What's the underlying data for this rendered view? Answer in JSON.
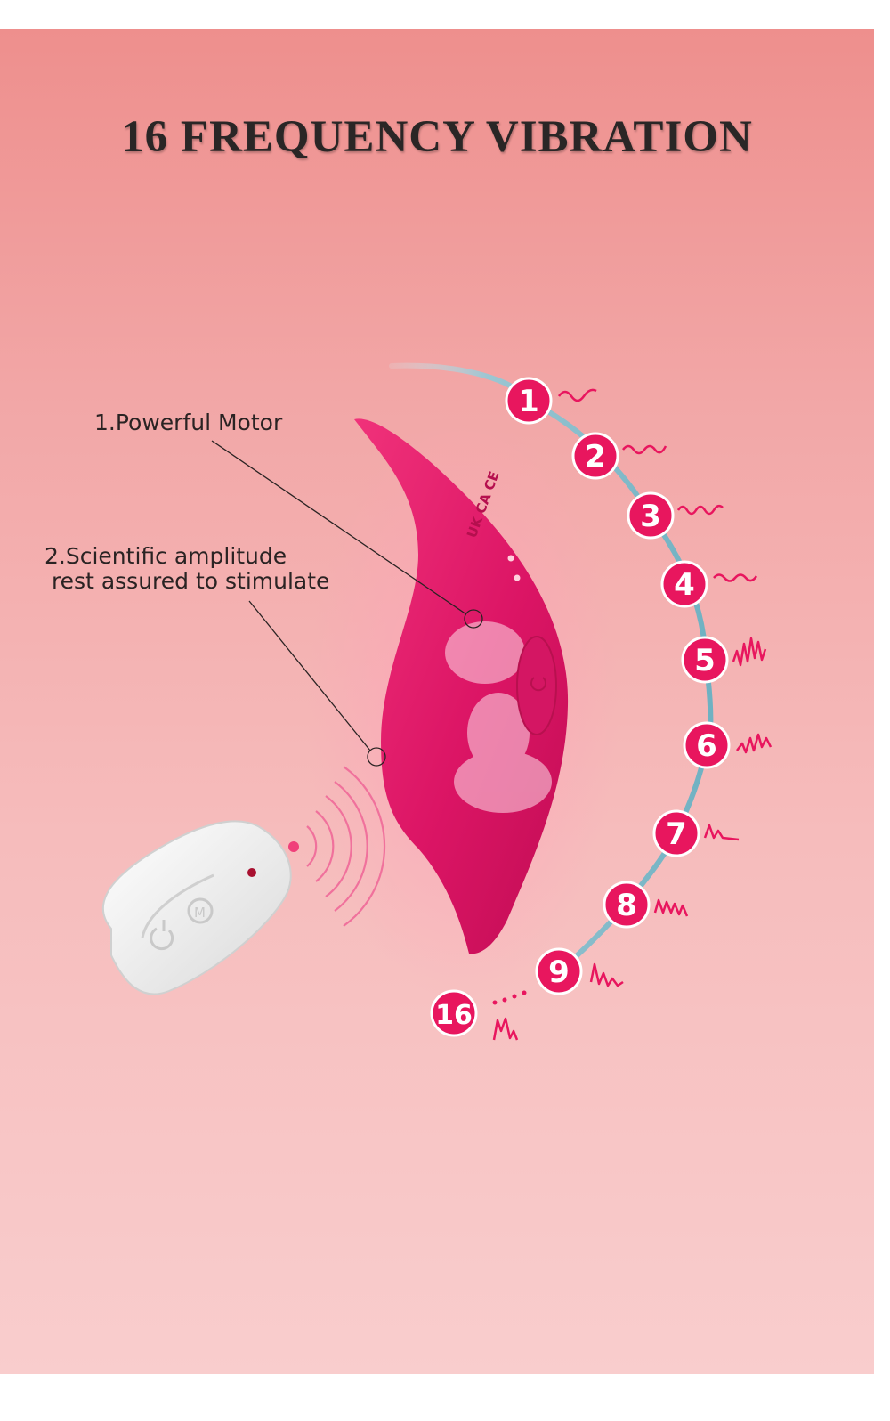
{
  "title": "16 FREQUENCY VIBRATION",
  "callouts": [
    {
      "label": "1.Powerful Motor"
    },
    {
      "label": "2.Scientific amplitude\n rest assured to stimulate"
    }
  ],
  "modes": [
    {
      "number": "1",
      "wave": "~"
    },
    {
      "number": "2",
      "wave": "~~"
    },
    {
      "number": "3",
      "wave": "~~~"
    },
    {
      "number": "4",
      "wave": "~~"
    },
    {
      "number": "5",
      "wave": "spiky"
    },
    {
      "number": "6",
      "wave": "burst"
    },
    {
      "number": "7",
      "wave": "pulse"
    },
    {
      "number": "8",
      "wave": "zigzag"
    },
    {
      "number": "9",
      "wave": "ramp"
    },
    {
      "number": "16",
      "wave": "peak"
    }
  ],
  "device_markings": "UK CA CE",
  "remote_buttons": [
    "power-icon",
    "mode-icon"
  ],
  "colors": {
    "accent": "#e8165e",
    "device": "#e01a6a",
    "arc": "#74b4c4",
    "title": "#2a2626",
    "remote": "#f2f2f2"
  }
}
